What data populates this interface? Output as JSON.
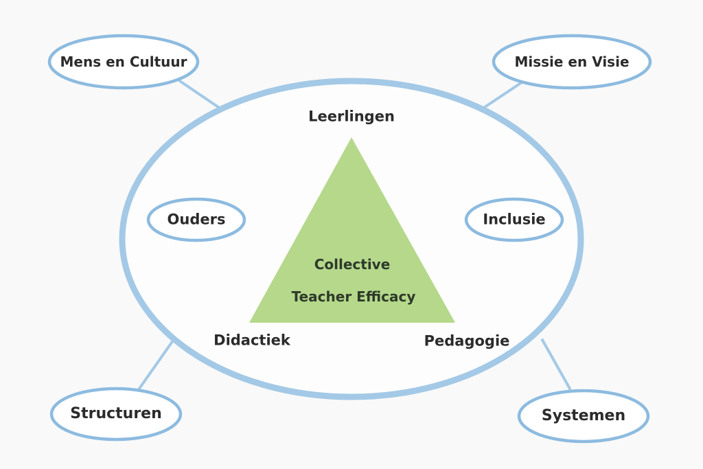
{
  "colors": {
    "background": "#f9f9f9",
    "ring": "#a3c9e6",
    "pill_stroke": "#8dbbe0",
    "connector": "#a3c9e6",
    "triangle": "#b5d88b",
    "text": "#2b2b2b"
  },
  "outer_nodes": {
    "top_left": "Mens en Cultuur",
    "top_right": "Missie en Visie",
    "bottom_left": "Structuren",
    "bottom_right": "Systemen"
  },
  "inner_nodes": {
    "left": "Ouders",
    "right": "Inclusie"
  },
  "triangle": {
    "top_label": "Leerlingen",
    "left_label": "Didactiek",
    "right_label": "Pedagogie",
    "center_line1": "Collective",
    "center_line2": "Teacher Efficacy"
  }
}
